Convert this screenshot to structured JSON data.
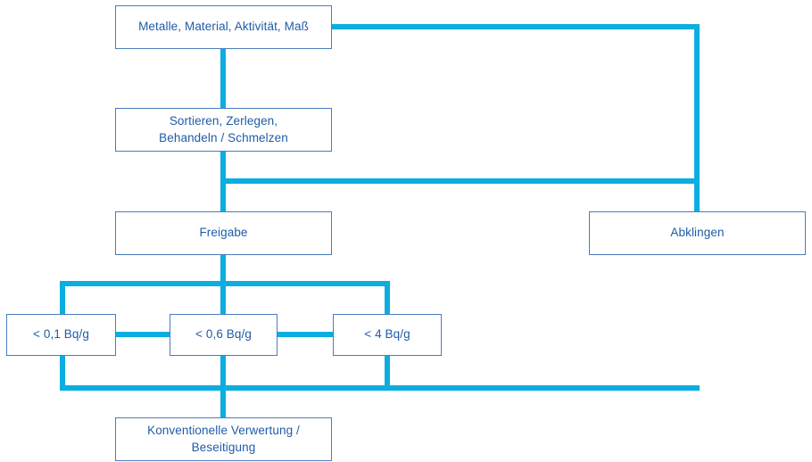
{
  "diagram": {
    "title": "Metallverwertung Ablaufdiagramm",
    "accent_color": "#0CADE0",
    "box_border_color": "#4A7DBF",
    "text_color": "#1F5CA8",
    "background_color": "#FFFFFF",
    "nodes": [
      {
        "id": "input",
        "label": "Metalle, Material, Aktivität, Maß"
      },
      {
        "id": "processing",
        "label": "Sortieren, Zerlegen,\nBehandeln / Schmelzen"
      },
      {
        "id": "release",
        "label": "Freigabe"
      },
      {
        "id": "decay",
        "label": "Abklingen"
      },
      {
        "id": "level-01",
        "label": "< 0,1 Bq/g"
      },
      {
        "id": "level-06",
        "label": "< 0,6 Bq/g"
      },
      {
        "id": "level-4",
        "label": "< 4 Bq/g"
      },
      {
        "id": "disposal",
        "label": "Konventionelle Verwertung /\nBeseitigung"
      }
    ],
    "edges": [
      {
        "from": "input",
        "to": "processing"
      },
      {
        "from": "input",
        "to": "decay"
      },
      {
        "from": "processing",
        "to": "release"
      },
      {
        "from": "processing",
        "to": "decay"
      },
      {
        "from": "release",
        "to": "level-01"
      },
      {
        "from": "release",
        "to": "level-06"
      },
      {
        "from": "release",
        "to": "level-4"
      },
      {
        "from": "level-01",
        "to": "level-06"
      },
      {
        "from": "level-06",
        "to": "level-4"
      },
      {
        "from": "level-01",
        "to": "disposal"
      },
      {
        "from": "level-06",
        "to": "disposal"
      },
      {
        "from": "level-4",
        "to": "disposal"
      },
      {
        "from": "decay",
        "to": "disposal"
      }
    ]
  }
}
